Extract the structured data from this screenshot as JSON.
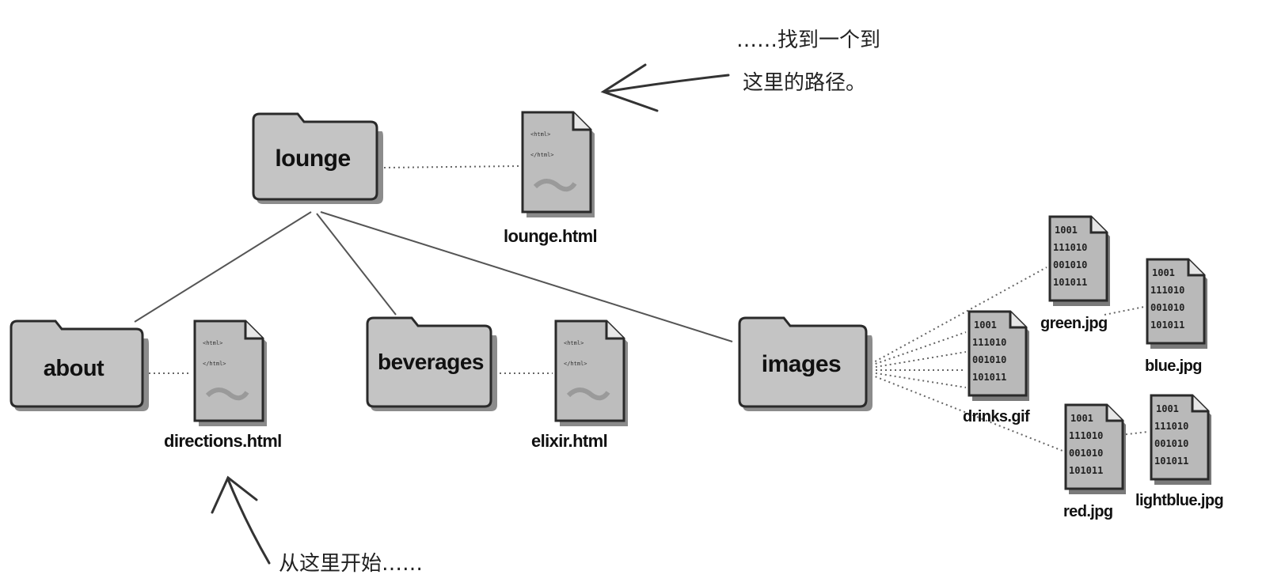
{
  "folders": {
    "lounge": "lounge",
    "about": "about",
    "beverages": "beverages",
    "images": "images"
  },
  "files": {
    "lounge_html": "lounge.html",
    "directions_html": "directions.html",
    "elixir_html": "elixir.html",
    "green_jpg": "green.jpg",
    "blue_jpg": "blue.jpg",
    "drinks_gif": "drinks.gif",
    "red_jpg": "red.jpg",
    "lightblue_jpg": "lightblue.jpg"
  },
  "html_doc_lines": [
    "<html>",
    "</html>"
  ],
  "image_doc_lines": [
    "1001",
    "111010",
    "001010",
    "101011"
  ],
  "annotations": {
    "top_line1": "……找到一个到",
    "top_line2": "这里的路径。",
    "bottom": "从这里开始……"
  },
  "colors": {
    "folder_fill": "#c4c4c4",
    "folder_edge": "#2a2a2a",
    "doc_fill": "#b9b9b9",
    "line": "#555555"
  }
}
